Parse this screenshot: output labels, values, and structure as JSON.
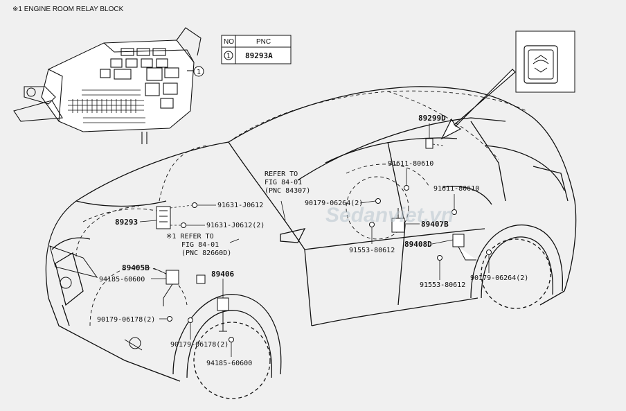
{
  "relay_block_title": "※1 ENGINE ROOM RELAY BLOCK",
  "pnc_table": {
    "headers": [
      "NO",
      "PNC"
    ],
    "rows": [
      {
        "no": "1",
        "pnc": "89293A"
      }
    ]
  },
  "callout_number": "1",
  "parts": {
    "p89299D": "89299D",
    "p91611_80610_a": "91611-80610",
    "p91611_80610_b": "91611-80610",
    "p90179_06264_a": "90179-06264(2)",
    "p89407B": "89407B",
    "p91553_80612_a": "91553-80612",
    "p89408D": "89408D",
    "p91553_80612_b": "91553-80612",
    "p90179_06264_b": "90179-06264(2)",
    "p91631_J0612": "91631-J0612",
    "p89293": "89293",
    "p91631_J0612_2": "91631-J0612(2)",
    "p89405B": "89405B",
    "p94185_60600_a": "94185-60600",
    "p89406": "89406",
    "p90179_06178_a": "90179-06178(2)",
    "p90179_06178_b": "90179-06178(2)",
    "p94185_60600_b": "94185-60600"
  },
  "refer_1": [
    "REFER TO",
    "FIG 84-01",
    "(PNC 84307)"
  ],
  "refer_2": [
    "※1 REFER TO",
    "FIG 84-01",
    "(PNC 82660D)"
  ],
  "watermark": "Sedanviet.vn"
}
